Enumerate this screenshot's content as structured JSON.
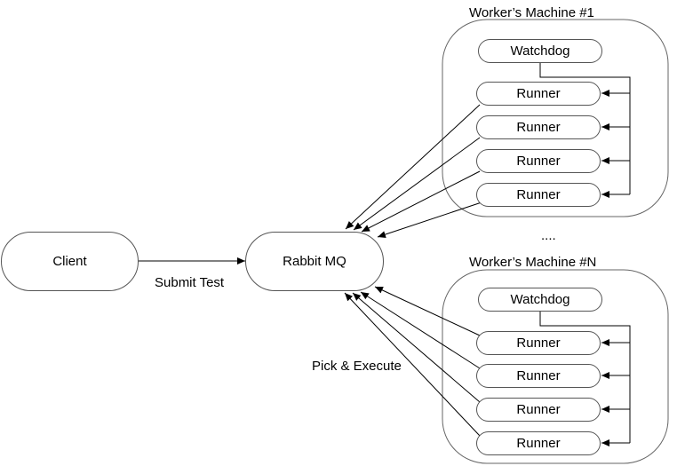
{
  "client": "Client",
  "submit": "Submit Test",
  "mq": "Rabbit MQ",
  "pick": "Pick & Execute",
  "dots": "....",
  "machine1": {
    "title": "Worker’s Machine #1",
    "watchdog": "Watchdog",
    "runners": [
      "Runner",
      "Runner",
      "Runner",
      "Runner"
    ]
  },
  "machineN": {
    "title": "Worker’s Machine #N",
    "watchdog": "Watchdog",
    "runners": [
      "Runner",
      "Runner",
      "Runner",
      "Runner"
    ]
  }
}
